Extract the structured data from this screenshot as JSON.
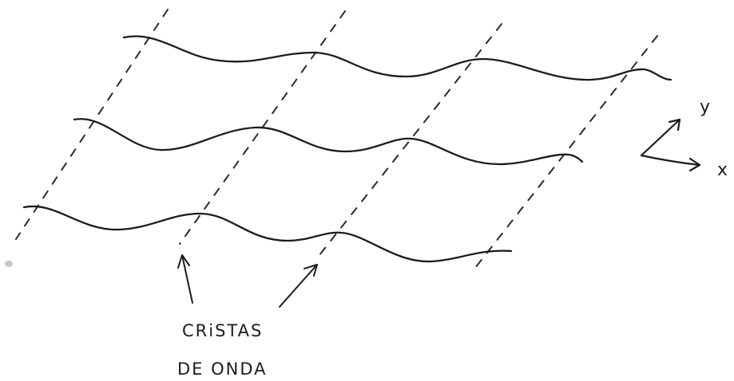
{
  "diagram": {
    "caption": {
      "line1": "CRiSTAS",
      "line2": "DE ONDA"
    },
    "axes": {
      "y_label": "y",
      "x_label": "x"
    }
  }
}
